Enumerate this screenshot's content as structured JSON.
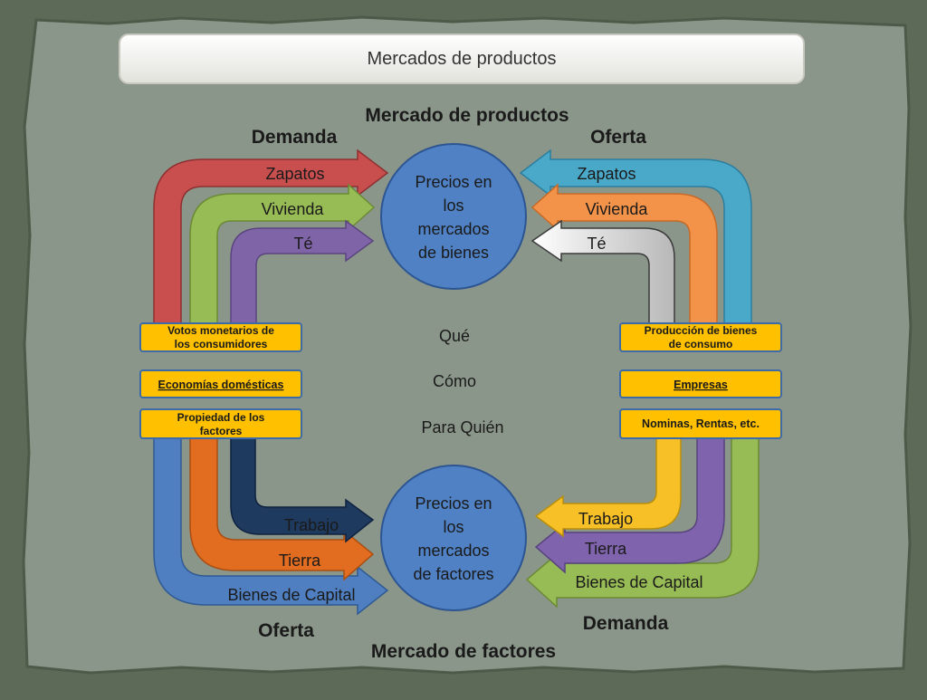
{
  "slide_title": "Mercados de productos",
  "headings": {
    "top_market": "Mercado de productos",
    "bottom_market": "Mercado de factores",
    "left_top": "Demanda",
    "right_top": "Oferta",
    "left_bottom": "Oferta",
    "right_bottom": "Demanda"
  },
  "circles": {
    "goods": [
      "Precios en",
      "los",
      "mercados",
      "de bienes"
    ],
    "factors": [
      "Precios en",
      "los",
      "mercados",
      "de factores"
    ]
  },
  "questions": [
    "Qué",
    "Cómo",
    "Para Quién"
  ],
  "left_boxes": {
    "votes": [
      "Votos monetarios de",
      "los consumidores"
    ],
    "households": "Economías domésticas",
    "ownership": [
      "Propiedad de los",
      "factores"
    ]
  },
  "right_boxes": {
    "production": [
      "Producción de bienes",
      "de consumo"
    ],
    "firms": "Empresas",
    "payroll": "Nominas, Rentas, etc."
  },
  "arrows": {
    "top_left": [
      {
        "label": "Zapatos",
        "color": "#c94f4f"
      },
      {
        "label": "Vivienda",
        "color": "#97bb55"
      },
      {
        "label": "Té",
        "color": "#8064a8"
      }
    ],
    "top_right": [
      {
        "label": "Zapatos",
        "color": "#4aa8c8"
      },
      {
        "label": "Vivienda",
        "color": "#f3934a"
      },
      {
        "label": "Té",
        "color": "#ffffff"
      }
    ],
    "bottom_left": [
      {
        "label": "Trabajo",
        "color": "#1e3a5f"
      },
      {
        "label": "Tierra",
        "color": "#e26d21"
      },
      {
        "label": "Bienes de Capital",
        "color": "#4f7fc0"
      }
    ],
    "bottom_right": [
      {
        "label": "Trabajo",
        "color": "#f6c026"
      },
      {
        "label": "Tierra",
        "color": "#7f63ac"
      },
      {
        "label": "Bienes de Capital",
        "color": "#97bb55"
      }
    ]
  },
  "colors": {
    "circle_fill": "#4f81c4",
    "box_fill": "#ffc000",
    "paper": "#8b968a"
  }
}
